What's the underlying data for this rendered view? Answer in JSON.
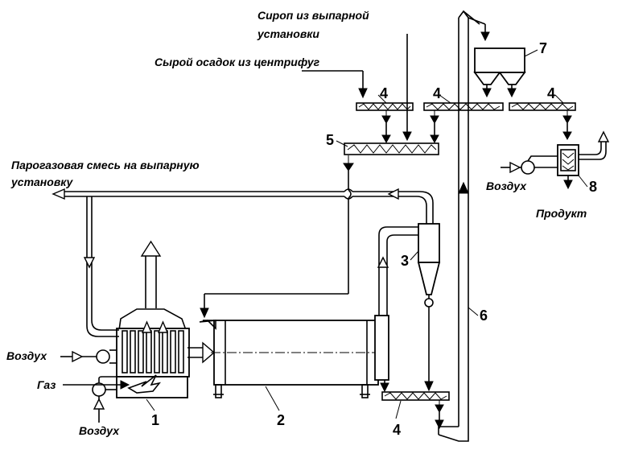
{
  "labels": {
    "syrup_line1": "Сироп из выпарной",
    "syrup_line2": "установки",
    "raw_sediment": "Сырой осадок из центрифуг",
    "vapor_line1": "Парогазовая смесь на выпарную",
    "vapor_line2": "установку",
    "air_left": "Воздух",
    "gas": "Газ",
    "air_bottom": "Воздух",
    "air_right": "Воздух",
    "product": "Продукт"
  },
  "numbers": {
    "n1": "1",
    "n2": "2",
    "n3": "3",
    "n4_top_left": "4",
    "n4_top_mid": "4",
    "n4_top_right": "4",
    "n4_bottom": "4",
    "n5": "5",
    "n6": "6",
    "n7": "7",
    "n8": "8"
  }
}
